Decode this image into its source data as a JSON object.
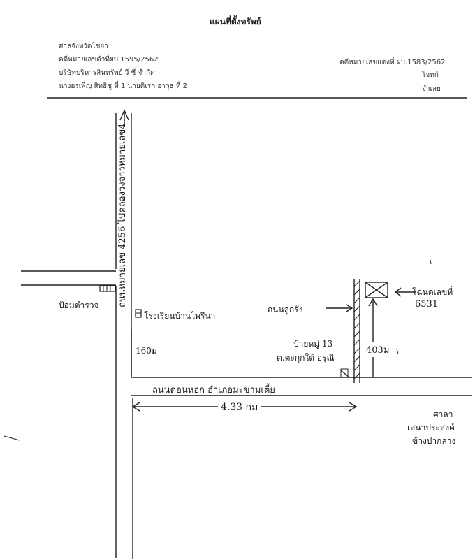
{
  "title": "แผนที่ตั้งทรัพย์",
  "header_left": {
    "court": "ศาลจังหวัดไชยา",
    "black_case": "คดีหมายเลขดำที่ผบ.1595/2562",
    "company": "บริษัทบริหารสินทรัพย์ วี ซี จำกัด",
    "defendants": "นางอรเพ็ญ สิทธิชู ที่ 1 นายดิเรก อาวุธ ที่ 2"
  },
  "header_right": {
    "red_case": "คดีหมายเลขแดงที่ ผบ.1583/2562",
    "plaintiff": "โจทก์",
    "defendant": "จำเลย"
  },
  "map": {
    "road_vertical_label": "ถนนหมายเลข 4256 ไปคลองวงจาวหมายเลข4",
    "road_horizontal_label": "ถนนดอนหอก อำเภอมะขามเตี้ย",
    "police_label": "ป้อมตำรวจ",
    "school_label": "โรงเรียนบ้านไพรีนา",
    "dist_160": "160ม",
    "dist_433": "4.33 กม",
    "dist_403": "403ม",
    "dirt_road": "ถนนลูกรัง",
    "village_sign_1": "ป้ายหมู่ 13",
    "village_sign_2": "ต.ตะกุกใต้ อรุณี",
    "deed_label_1": "โฉนดเลขที่",
    "deed_label_2": "6531",
    "shrine_1": "ศาลา",
    "shrine_2": "เสนาประสงค์",
    "shrine_3": "ข้างปากลาง"
  }
}
